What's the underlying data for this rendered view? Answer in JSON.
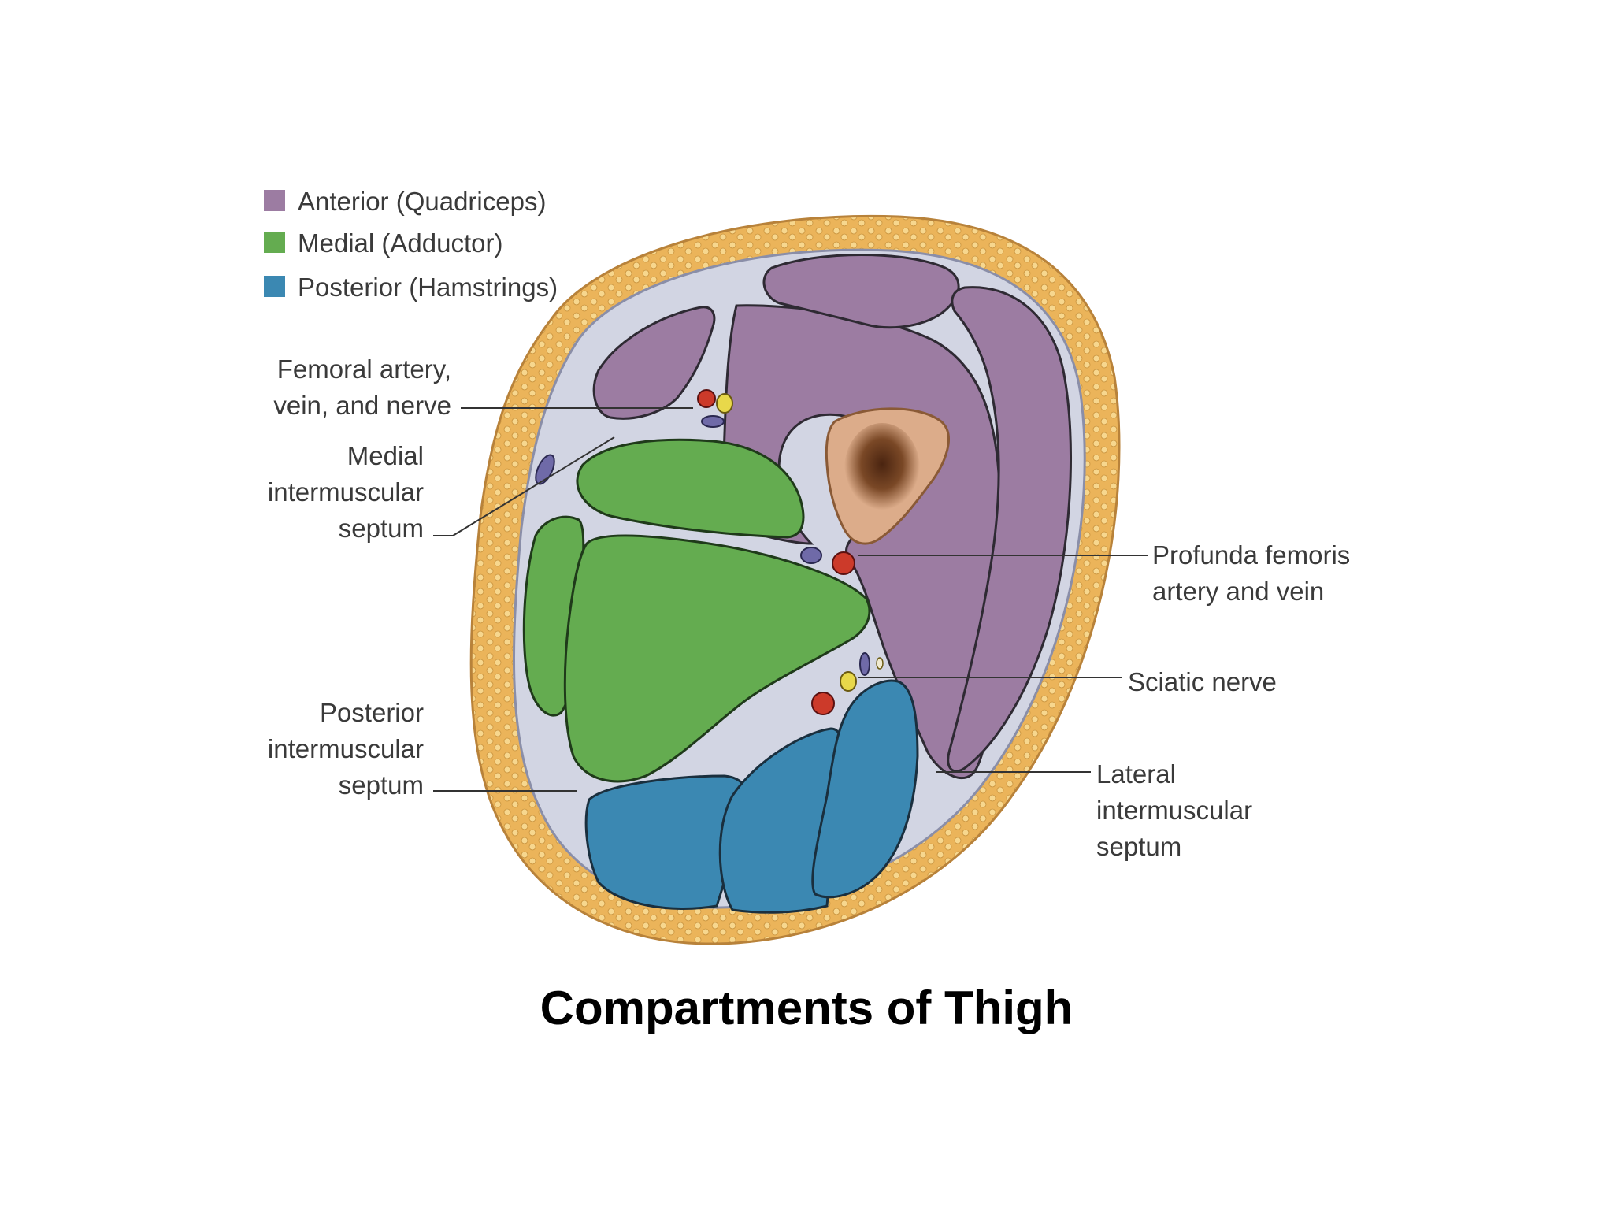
{
  "colors": {
    "anterior": "#9c7ca2",
    "medial": "#64ac50",
    "posterior": "#3b88b2",
    "fat": "#ebb45a",
    "fascia": "#d2d5e3",
    "bone": "#dcac8a",
    "marrow": "#5a2e14",
    "artery": "#cc3a2a",
    "vein": "#6f6aa8",
    "nerve": "#e8d84a",
    "leader": "#333333"
  },
  "legend": [
    {
      "label": "Anterior (Quadriceps)",
      "color": "#9c7ca2"
    },
    {
      "label": "Medial (Adductor)",
      "color": "#64ac50"
    },
    {
      "label": "Posterior (Hamstrings)",
      "color": "#3b88b2"
    }
  ],
  "labels": {
    "femoral": "Femoral artery,\nvein, and nerve",
    "medial_septum": "Medial\nintermuscular\nseptum",
    "posterior_septum": "Posterior\nintermuscular\nseptum",
    "profunda": "Profunda femoris\nartery and vein",
    "sciatic": "Sciatic nerve",
    "lateral_septum": "Lateral\nintermuscular\nseptum"
  },
  "caption": "Compartments of  Thigh"
}
